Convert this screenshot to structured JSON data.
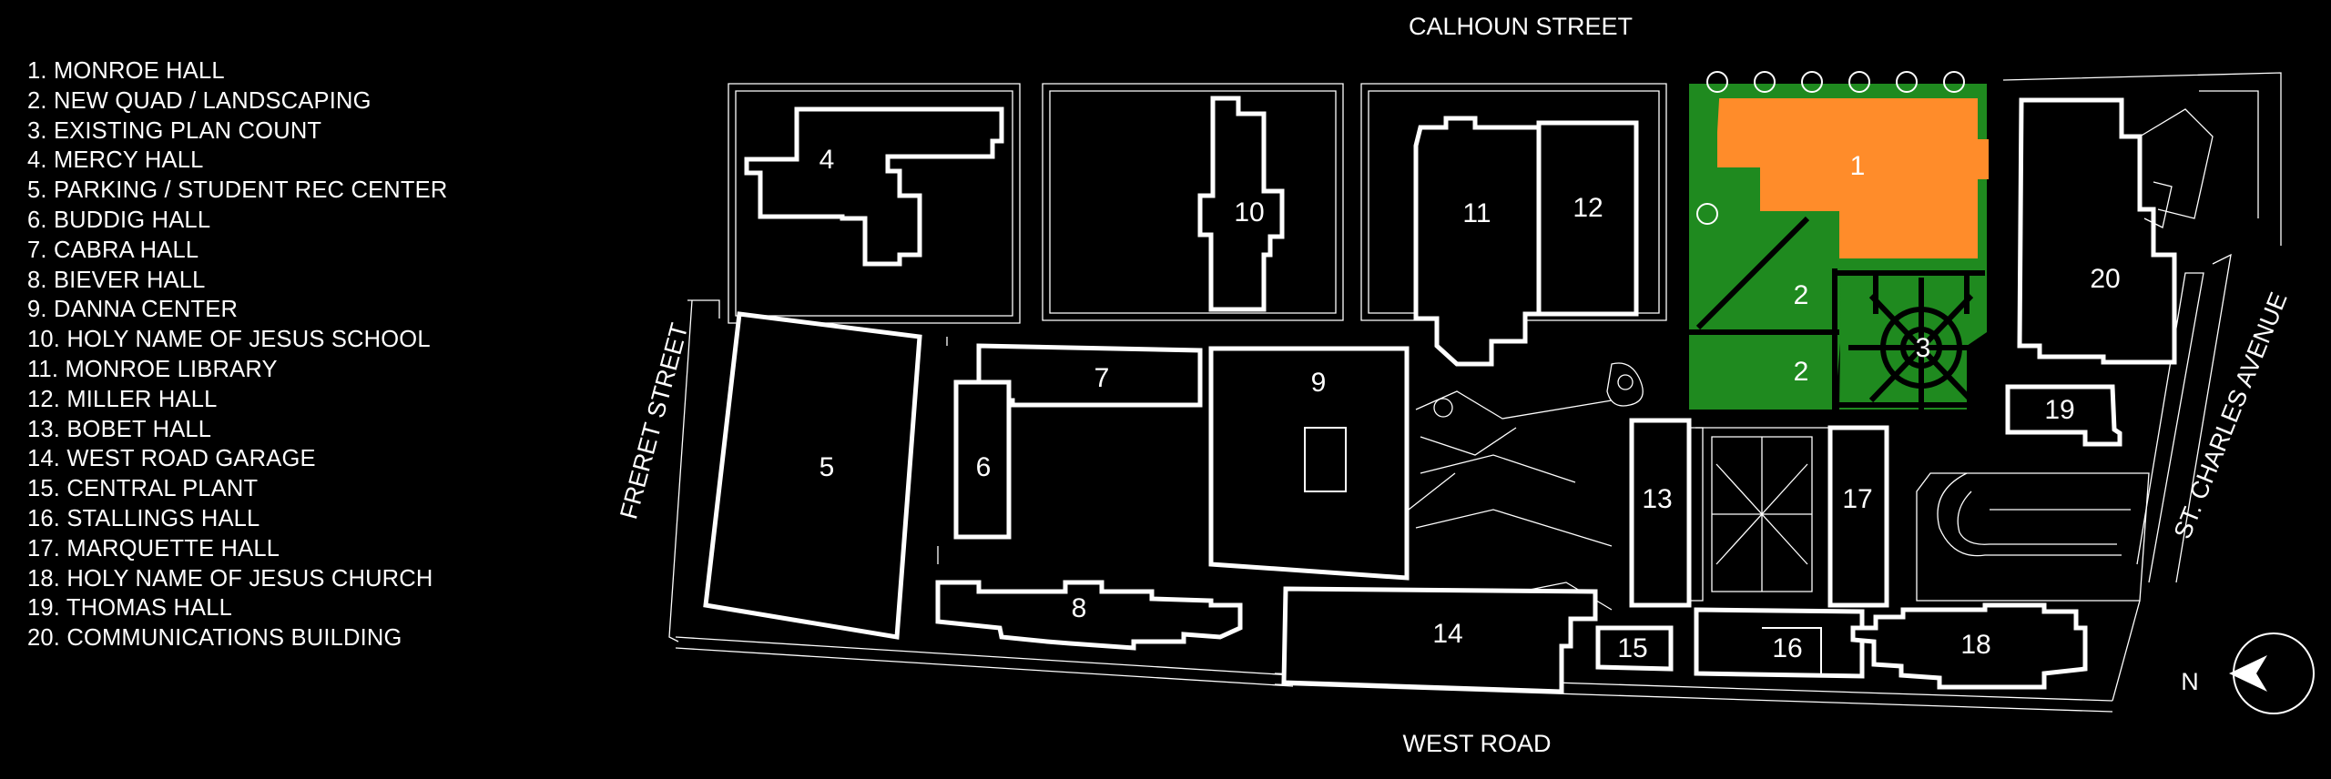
{
  "legend": [
    "1. MONROE HALL",
    "2. NEW QUAD / LANDSCAPING",
    "3. EXISTING PLAN COUNT",
    "4. MERCY HALL",
    "5. PARKING / STUDENT REC CENTER",
    "6. BUDDIG HALL",
    "7. CABRA HALL",
    "8. BIEVER HALL",
    "9. DANNA CENTER",
    "10. HOLY NAME OF JESUS SCHOOL",
    "11. MONROE LIBRARY",
    "12. MILLER HALL",
    "13. BOBET HALL",
    "14. WEST ROAD GARAGE",
    "15. CENTRAL PLANT",
    "16. STALLINGS HALL",
    "17. MARQUETTE HALL",
    "18. HOLY NAME OF JESUS CHURCH",
    "19. THOMAS HALL",
    "20. COMMUNICATIONS BUILDING"
  ],
  "streets": {
    "north": "CALHOUN STREET",
    "south": "WEST ROAD",
    "west": "FRERET STREET",
    "east": "ST. CHARLES AVENUE"
  },
  "buildings": {
    "b1": "1",
    "b2a": "2",
    "b2b": "2",
    "b3": "3",
    "b4": "4",
    "b5": "5",
    "b6": "6",
    "b7": "7",
    "b8": "8",
    "b9": "9",
    "b10": "10",
    "b11": "11",
    "b12": "12",
    "b13": "13",
    "b14": "14",
    "b15": "15",
    "b16": "16",
    "b17": "17",
    "b18": "18",
    "b19": "19",
    "b20": "20"
  },
  "compass": {
    "label": "N"
  },
  "colors": {
    "background": "#000000",
    "highlight_building": "#ff8c2a",
    "landscaping": "#1f8a1f",
    "outline": "#ffffff"
  }
}
